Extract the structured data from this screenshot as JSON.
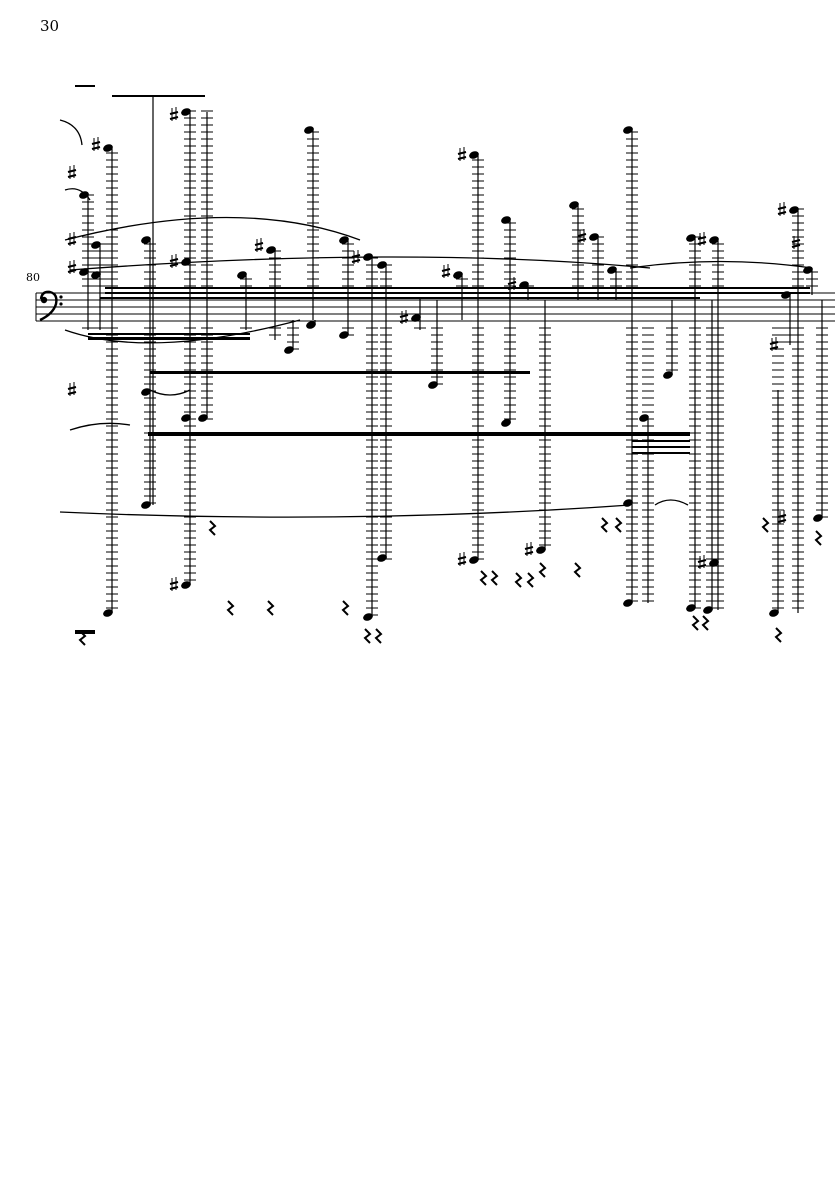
{
  "page": {
    "number": "30"
  },
  "system": {
    "measure_number": "80",
    "clef": "bass-clef"
  },
  "colors": {
    "ink": "#000000",
    "paper": "#ffffff"
  }
}
